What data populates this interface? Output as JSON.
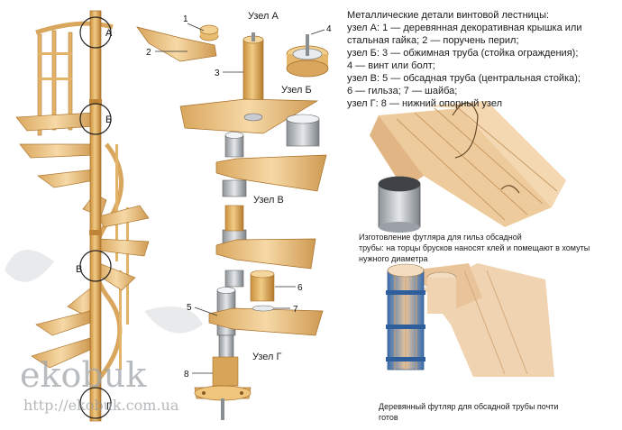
{
  "legend": {
    "title": "Металлические детали винтовой лестницы:",
    "lines": [
      "узел А: 1 — деревянная декоративная крышка или",
      "стальная гайка; 2 — поручень перил;",
      "узел Б: 3 — обжимная труба (стойка ограждения);",
      "4 — винт или болт;",
      "узел В: 5 — обсадная труба (центральная стойка);",
      "6 — гильза; 7 — шайба;",
      "узел Г: 8 — нижний опорный узел"
    ]
  },
  "nodes": {
    "a": "Узел А",
    "b": "Узел Б",
    "v": "Узел В",
    "g": "Узел Г"
  },
  "circle_letters": [
    "А",
    "Б",
    "В",
    "Г"
  ],
  "callouts": [
    "1",
    "2",
    "3",
    "4",
    "5",
    "6",
    "7",
    "8"
  ],
  "captions": {
    "photo1_line1": "Изготовление футляра для гильз обсадной",
    "photo1_line2": "трубы: на торцы брусков наносят клей и помещают в хомуты",
    "photo1_line3": "нужного диаметра",
    "photo2_line1": "Деревянный футляр для обсадной трубы почти",
    "photo2_line2": "готов"
  },
  "watermark": {
    "logo": "ekobuk",
    "url": "http://ekobuk.com.ua"
  },
  "colors": {
    "wood": "#e9b867",
    "wood_dark": "#c98f3d",
    "metal": "#b9bfc4",
    "metal_dark": "#7c8288",
    "pale_wood": "#f0d3b0"
  }
}
